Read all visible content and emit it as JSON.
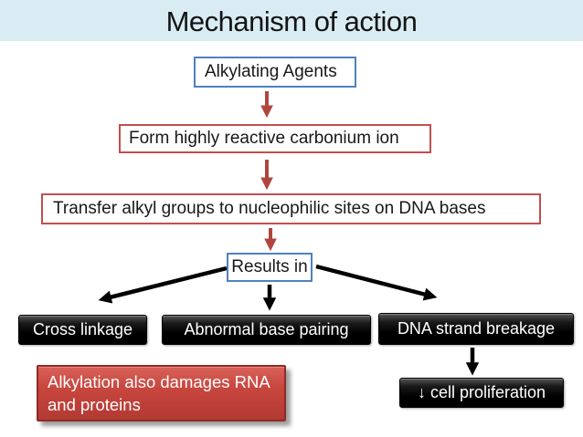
{
  "title": "Mechanism of action",
  "flow": {
    "step1": "Alkylating Agents",
    "step2": "Form highly reactive carbonium ion",
    "step3": "Transfer alkyl groups to nucleophilic sites on DNA bases",
    "step4": "Results in",
    "outcomes": [
      "Cross linkage",
      "Abnormal base pairing",
      "DNA strand breakage"
    ],
    "consequence": "↓ cell proliferation",
    "note": "Alkylation also damages RNA and proteins"
  },
  "colors": {
    "title_band_bg": "#d9ecf4",
    "title_text": "#141414",
    "blue_box_border": "#4f81bd",
    "red_box_border": "#c0504d",
    "red_arrow": "#b0453e",
    "black_arrow": "#000000",
    "black_box_bg": "#000000",
    "note_box_bg": "#c8463e",
    "note_box_border": "#8e2b26",
    "light_text": "#ffffff"
  }
}
